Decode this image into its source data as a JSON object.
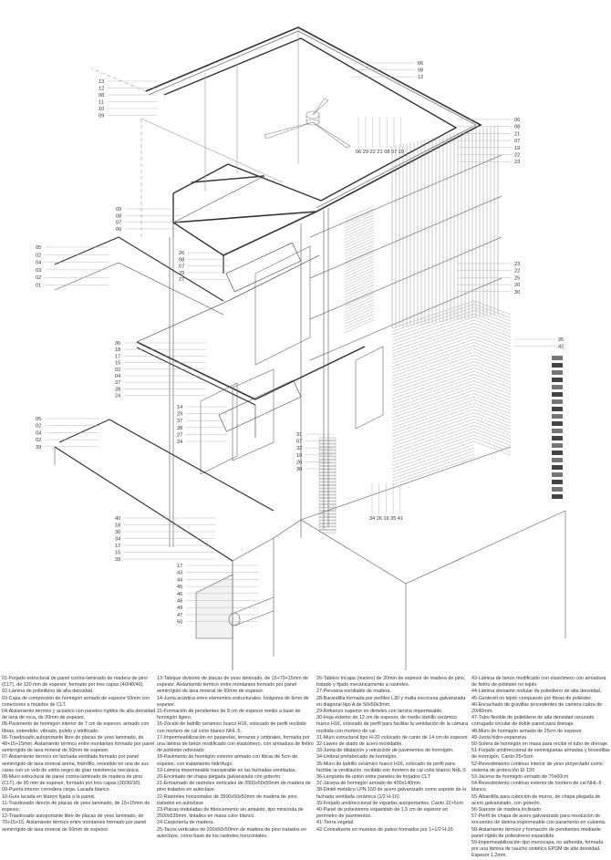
{
  "callouts": [
    {
      "id": "top-left",
      "labels": [
        "13",
        "12",
        "08",
        "11",
        "10",
        "09"
      ]
    },
    {
      "id": "top-right",
      "labels": [
        "06",
        "08",
        "12"
      ]
    },
    {
      "id": "mid-top-row",
      "labels": [
        "06",
        "29",
        "22",
        "21",
        "08",
        "07",
        "19"
      ]
    },
    {
      "id": "right-upper",
      "labels": [
        "06",
        "08",
        "21",
        "07",
        "19",
        "22",
        "23"
      ]
    },
    {
      "id": "left-upper",
      "labels": [
        "09",
        "08",
        "07",
        "06"
      ]
    },
    {
      "id": "eave-upper",
      "labels": [
        "26",
        "08",
        "07",
        "29",
        "27"
      ]
    },
    {
      "id": "far-left-upper",
      "labels": [
        "05",
        "02",
        "04",
        "03",
        "02",
        "01"
      ]
    },
    {
      "id": "right-middle",
      "labels": [
        "23",
        "22",
        "25",
        "20",
        "30"
      ]
    },
    {
      "id": "right-wall",
      "labels": [
        "35",
        "42"
      ]
    },
    {
      "id": "left-middle",
      "labels": [
        "36",
        "18",
        "17",
        "15",
        "02",
        "04",
        "37",
        "28",
        "24"
      ]
    },
    {
      "id": "eave-lower",
      "labels": [
        "14",
        "29",
        "37",
        "38",
        "27",
        "24"
      ]
    },
    {
      "id": "far-left-lower",
      "labels": [
        "05",
        "02",
        "04",
        "02",
        "39"
      ]
    },
    {
      "id": "center-wall",
      "labels": [
        "31",
        "07",
        "32",
        "19",
        "26",
        "30"
      ]
    },
    {
      "id": "ground-row",
      "labels": [
        "34",
        "26",
        "16",
        "35",
        "41"
      ]
    },
    {
      "id": "left-lower",
      "labels": [
        "40",
        "18",
        "30",
        "34",
        "17",
        "15",
        "39"
      ]
    },
    {
      "id": "foundation",
      "labels": [
        "17",
        "43",
        "44",
        "45",
        "46",
        "48",
        "49",
        "47",
        "50"
      ]
    }
  ],
  "legend": [
    [
      "01-Forjado estructural de panel contra-laminado de madera de pino (CLT), de 120 mm de espesor, formado por tres capas (40/40/40).",
      "02-Lámina de polietileno de alta densidad.",
      "03-Capa de compresión de hormigón armado de espesor 50mm con conectores a forjados de CLT.",
      "04-Aislamiento térmico y acústico con paneles rígidos de alta densidad de lana de roca, de 20mm de espesor.",
      "05-Pavimento de hormigón interior de 7 cm de espesor, armado con fibras, extendido, vibrado, pulido y vitrificado.",
      "06-Trasdosado autoportante libre de placas de yeso laminado, de 48+15+15mm. Aislamiento térmico entre montantes formado por panel semirrígido de lana mineral de 50mm de espesor.",
      "07-Aislamiento térmico en fachada ventilada formado por panel semirrígido de lana mineral arena, hidrófilo, revestido en una de sus caras con un velo de vidrio negro de gran resistencia mecánica.",
      "08-Muro estructural de panel contra-laminado de madera de pino (CLT), de 90 mm de espesor, formado por tres capas (30/30/30).",
      "09-Puerta interior corredera ciega. Lacada blanco.",
      "10-Guía lacada en blanco fijada a la pared.",
      "11-Trasdosado directo de placas de yeso laminado, de 15+15mm de espesor.",
      "12-Trasdosado autoportante libre de placas de yeso laminado, de 70+15+15. Aislamiento térmico entre montantes formado por panel semirrígido de lana mineral de 60mm de espesor."
    ],
    [
      "13-Tabique divisorio de placas de yeso laminado, de 15+70+15mm de espesor. Aislamiento térmico entre montantes formado por panel semirrígido de lana mineral de 60mm de espesor.",
      "14-Junta acústica entre elementos estructurales. Isolgoma de 6mm de espesor.",
      "15-Formación de pendientes de 8 cm de espesor medio a base de hormigón ligero.",
      "16-Zócalo de ladrillo cerámico hueco H16, colocado de perfil recibido con mortero de cal color blanco NHL-5.",
      "17-Impermeabilización en pasarelas, terrazas y umbrales, formada por una lámina de betún modificado con elastómero, con armadura de fieltro de poliéster reforzado",
      "18-Pavimento de hormigón exterior armado con fibras de 5cm de espesor, con tratamiento hidrófugo.",
      "19-Lámina impermeable transpirable en las fachadas ventiladas.",
      "20-Encintado de chapa plegada galvanizada con goterón.",
      "21-Entramado de rastreles verticales de 3500x50x50mm de madera de pino tratados en autoclave.",
      "22-Rastreles horizontales de 3500x50x50mm de madera de pino tratados en autoclave",
      "23-Placas onduladas de fibrocemento sin amianto, tipo minionda de 2500x535mm, tintados en masa color blanco.",
      "24-Carpintería de madera.",
      "25-Tacos verticales de 200x50x50mm de madera de pino tratados en autoclave, como base de los rastreles horizontales."
    ],
    [
      "26-Tablero tricapa (marino) de 20mm de espesor de madera de pino, tratado y fijado mecánicamente a rastreles.",
      "27-Persiana enrollable de madera.",
      "28-Barandilla formada por perfiles L30 y malla escocesa galvanizada en diagonal tipo A de 50x50x3mm.",
      "29-Refuerzo superior en dinteles con lámina impermeable.",
      "30-Hoja exterior de 12 cm de espesor, de medio ladrillo cerámico hueco H16, colocado de perfil para facilitar la ventilación de la cámara. recibida con mortero de cal.",
      "31-Muro estructural tipo H-20 colocado de canto de 14 cm de espesor.",
      "32-Llaves de atado de acero inoxidable.",
      "33-Junta de dilatación y retracción de pavimentos de hormigón.",
      "34-Umbral prefabricado de hormigón.",
      "35-Muro de ladrillo cerámico hueco H16, colocado de perfil para facilitar la ventilación. recibido con mortero de cal color blanco NHL-5",
      "36-Lengüeta de unión entre paneles de forjados CLT",
      "37-Jácena de hormigón armado de 400x140mm",
      "38-Dintel metálico LPN 150 de acero galvanizado como soporte de la fachada ventilada cerámica (1/2 H-16).",
      "39-Forjado unidireccional de viguetas autoportantes. Canto 22+5cm",
      "40-Panel de poliestireno expandido de 1,5 cm de espesor en perímetro de pavimentos.",
      "41-Tierra vegetal",
      "42-Contrafuerte en muretes de patios formados por 1+1/2 H-16"
    ],
    [
      "43-Lámina de betún modificado con elastómero con armadura de fieltro de poliéster no tejido.",
      "44-Lámina drenante nodular de polietileno de alta densidad.",
      "45-Geotextil no tejido compuesto por fibras de poliéster.",
      "46-Encachado de gravillas procedentes de cantera caliza de 20/40mm.",
      "47-Tubo flexible de polietileno de alta densidad ranurado corrugado circular de doble pared para drenaje.",
      "48-Muro de hormigón armado de 25cm de espesor.",
      "49-Junta hidro-expansiva",
      "50-Solera de hormigón en masa para recibir el tubo de drenaje.",
      "51-Forjado unidireccional de semiviguetas armadas y bovedillas de hormigón. Canto 25+5cm",
      "52-Revestimiento continuo interior de yeso proyectado como sistema de protección EI 120",
      "53-Jácena de hormigón armado de 70x60cm",
      "54-Revestimiento continuo exterior de mortero de cal NHL-5 blanco.",
      "55-Albardilla para cubrición de muros, de chapa plegada de acero galvanizado, con goterón.",
      "56-Soporte de madera inclinado",
      "57-Perfil de chapa de acero galvanizado para resolución de encuentro de lámina impermeable con paramento en cubierta.",
      "58-Aislamiento térmico y formación de pendientes mediante panel rígido de poliestireno expandido.",
      "59-Impermeabilización tipo monocapa, no adherida, formada por una lámina de caucho sintético EPDM de alta densidad. Espesor 1,2mm."
    ]
  ]
}
